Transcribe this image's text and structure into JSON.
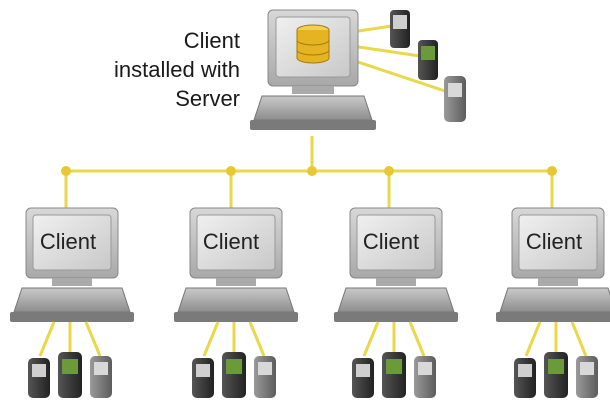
{
  "server": {
    "label_lines": [
      "Client",
      "installed with",
      "Server"
    ],
    "icon": "database-icon"
  },
  "clients": [
    {
      "label": "Client"
    },
    {
      "label": "Client"
    },
    {
      "label": "Client"
    },
    {
      "label": "Client"
    }
  ],
  "colors": {
    "network_line": "#e8d84a",
    "node_dot": "#e8c832",
    "monitor_screen": "#d9d9d9",
    "monitor_frame": "#c2c2c2",
    "database": "#e6b422",
    "device_screen": "#6a9a3a"
  },
  "icons": [
    "computer-icon",
    "mobile-phone-icon",
    "database-icon"
  ]
}
